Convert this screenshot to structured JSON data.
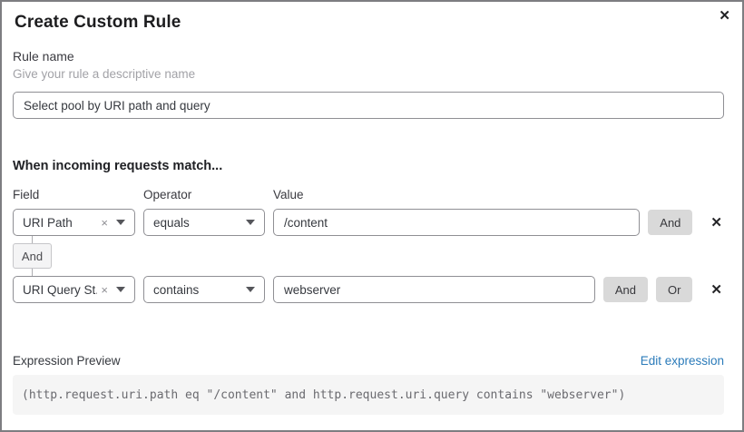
{
  "dialog": {
    "title": "Create Custom Rule",
    "close_icon": "✕"
  },
  "rule_name": {
    "label": "Rule name",
    "helper": "Give your rule a descriptive name",
    "value": "Select pool by URI path and query"
  },
  "matcher": {
    "heading": "When incoming requests match...",
    "columns": {
      "field": "Field",
      "operator": "Operator",
      "value": "Value"
    },
    "rows": [
      {
        "field": "URI Path",
        "operator": "equals",
        "value": "/content",
        "clear_icon": "×",
        "delete_icon": "✕",
        "buttons": [
          "And"
        ]
      },
      {
        "field": "URI Query St...",
        "operator": "contains",
        "value": "webserver",
        "clear_icon": "×",
        "delete_icon": "✕",
        "buttons": [
          "And",
          "Or"
        ]
      }
    ],
    "connector_label": "And"
  },
  "expression": {
    "label": "Expression Preview",
    "edit_link": "Edit expression",
    "code": "(http.request.uri.path eq \"/content\" and http.request.uri.query contains \"webserver\")"
  },
  "colors": {
    "link_blue": "#2b7bba",
    "button_gray": "#d9d9d9",
    "code_background": "#f5f5f5",
    "border_gray": "#8f8f94"
  }
}
